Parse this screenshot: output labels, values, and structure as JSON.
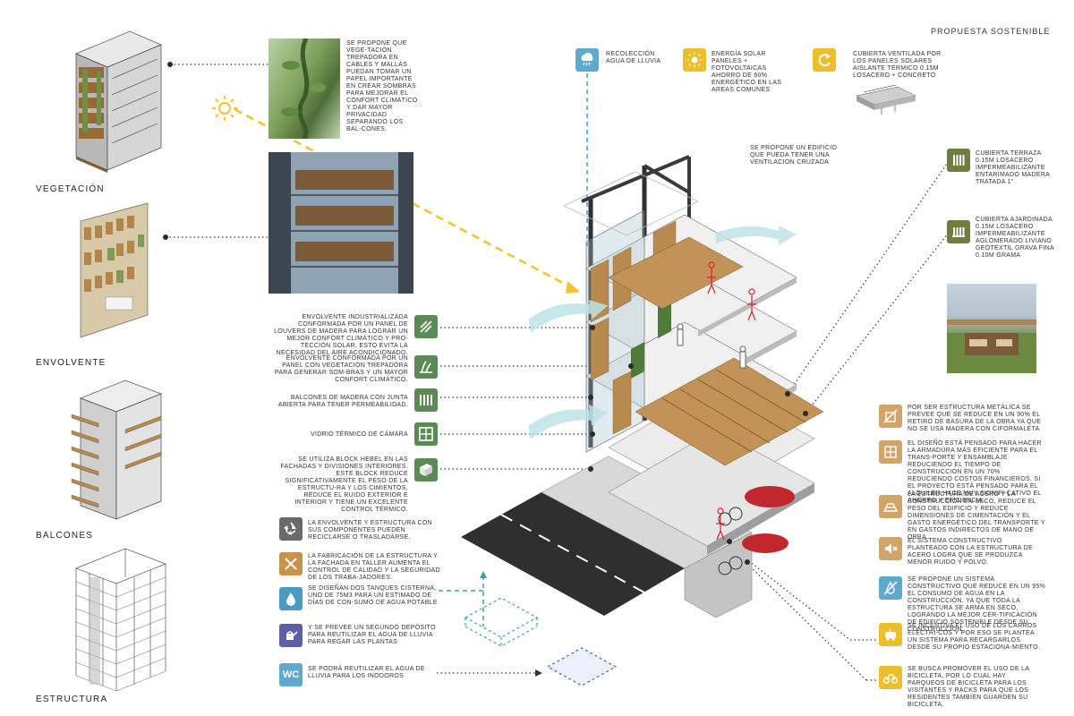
{
  "header": {
    "title": "PROPUESTA SOSTENIBLE"
  },
  "categories": [
    {
      "label": "VEGETACIÓN"
    },
    {
      "label": "ENVOLVENTE"
    },
    {
      "label": "BALCONES"
    },
    {
      "label": "ESTRUCTURA"
    }
  ],
  "top_notes": {
    "vegetation": "SE PROPONE QUE VEGE-TACIÓN TREPADORA EN CABLES Y MALLAS PUEDAN TOMAR UN PAPEL IMPORTANTE EN CREAR SOMBRAS PARA MEJORAR EL CONFORT CLIMÁTICO Y DAR MAYOR PRIVACIDAD SEPARANDO LOS BAL-CONES.",
    "rain": "RECOLECCIÓN AGUA DE LLUVIA",
    "solar": "ENERGÍA SOLAR PANELES + FOTOVOLTAICAS AHORRO DE 60% ENERGÉTICO EN LAS AREAS COMUNES",
    "roof_ventilated": "CUBIERTA VENTILADA POR LOS PANELES SOLARES AISLANTE TÉRMICO 0.15m LOSACERO + CONCRETO",
    "cross_ventilation": "SE PROPONE UN EDIFICIO QUE PUEDA TENER UNA VENTILACION CRUZADA"
  },
  "roof_notes": {
    "terrace": "CUBIERTA TERRAZA 0.15m LOSACERO IMPERMEABILIZANTE ENTARIMADO MADERA TRATADA 1\"",
    "garden": "CUBIERTA AJARDINADA 0.15m LOSACERO IMPERMEABILIZANTE AGLOMERADO LIVIANO GEOTEXTIL GRAVA FINA 0.10m GRAMA"
  },
  "middle_notes": [
    "ENVOLVENTE INDUSTRIALIZADA CONFORMADA POR UN PANEL DE LOUVERS DE MADERA PARA LOGRAR UN MEJOR CONFORT CLIMÁTICO Y PRO-TECCIÓN SOLAR. ESTO EVITA LA NECESIDAD DEL AIRE ACONDICIONADO.",
    "ENVOLVENTE CONFORMADA POR UN PANEL CON VEGETACIÓN TREPADORA PARA GENERAR SOM-BRAS Y UN MAYOR CONFORT CLIMÁTICO.",
    "BALCONES DE MADERA CON JUNTA ABIERTA PARA TENER PERMEABILIDAD.",
    "VIDRIO TÉRMICO DE CÁMARA",
    "SE UTILIZA BLOCK HEBEL EN LAS FACHADAS Y DIVISIONES INTERIORES. ESTE BLOCK REDUCE SIGNIFICATIVAMENTE EL PESO DE LA ESTRUCTU-RA Y LOS CIMIENTOS, REDUCE EL RUIDO EXTERIOR E INTERIOR Y TIENE UN EXCELENTE CONTROL TÉRMICO."
  ],
  "lower_notes": [
    "LA ENVOLVENTE Y ESTRUCTURA CON SUS COMPONENTES PUEDEN RECICLARSE O TRASLADARSE.",
    "LA FABRICACIÓN DE LA ESTRUCTURA Y LA FACHADA EN TALLER AUMENTA EL CONTROL DE CALIDAD Y LA SEGURIDAD DE LOS TRABA-JADORES.",
    "SE DISEÑAN DOS TANQUES CISTERNA, UNO DE 75M3 PARA UN ESTIMADO DE DÍAS DE CON-SUMO DE AGUA POTABLE",
    "Y SE PREVEE UN SEGUNDO DEPÓSITO PARA REUTILIZAR EL AGUA DE LLUVIA PARA REGAR LAS PLANTAS",
    "SE PODRÁ REUTILIZAR EL AGUA DE LLUVIA PARA LOS INODOROS"
  ],
  "wc_label": "WC",
  "right_notes": [
    "POR SER ESTRUCTURA METÁLICA SE PREVEE QUE SE REDUCE EN UN 90% EL RETIRO DE BASURA DE LA OBRA YA QUE NO SE USA MADERA CON CIFORMALETA",
    "EL DISEÑO ESTÁ PENSADO PARA HACER LA ARMADURA MÁS EFICIENTE PARA EL TRANS-PORTE Y ENSAMBLAJE REDUCIENDO EL TIEMPO DE CONSTRUCCIÓN EN UN 70% REDUCIENDO COSTOS FINANCIEROS. SI EL PROYECTO ESTÁ PENSADO PARA EL ALQUILER HACE MUY SIGNIFI-CATIVO EL AHORRO Y EFICIENCIA.",
    "LA ESTRUCTURA DE ACERO Y LA CONSTRUCCIÓN EN SECO, REDUCE EL PESO DEL EDIFICIO Y REDUCE DIMENSIONES DE CIMENTACIÓN Y EL GASTO ENERGÉTICO DEL TRANSPORTE Y EN GASTOS INDIRECTOS DE MANO DE OBRA",
    "EL SISTEMA CONSTRUCTIVO PLANTEADO CON LA ESTRUCTURA DE ACERO LOGRA QUE SE PRODUZCA MENOR RUIDO Y POLVO.",
    "SE PROPONE UN SISTEMA CONSTRUCTIVO QUE REDUCE EN UN 95% EL CONSUMO DE AGUA EN LA CONSTRUCCIÓN, YA QUE TODA LA ESTRUCTURA SE ARMA EN SECO, LOGRANDO LA MEJOR CER-TIFICACIÓN DE EDIFICIO SOSTENIBLE DESDE SU CONSTRUCCIÓN.",
    "SE INCENTIVA EL USO DE LOS CARROS ELÉCTRI-COS Y POR ESO SE PLANTEA UN SISTEMA PARA RECARGARLOS DESDE SU PROPIO ESTACIONA-MIENTO.",
    "SE BUSCA PROMOVER EL USO DE LA BICICLETA, POR LO CUAL HAY PARQUEOS DE BICICLETA PARA LOS VISITANTES Y RACKS PARA QUE LOS RESIDENTES TAMBIÉN GUARDEN SU BICICLETA."
  ],
  "colors": {
    "wood": "#b98a4e",
    "accent_green": "#5c8a56",
    "accent_yellow": "#ecbe2a",
    "accent_tan": "#d1a46a",
    "water_blue": "#4a9bc4",
    "dashed_yellow": "#f2c230",
    "dashed_blue": "#3aa0b5"
  },
  "icons": [
    "rain-cloud-icon",
    "sun-icon",
    "recycle-roof-icon",
    "louver-icon",
    "vine-icon",
    "balcony-rail-icon",
    "window-icon",
    "block-icon",
    "recycle-icon",
    "tools-icon",
    "water-drop-icon",
    "watering-icon",
    "wc-icon",
    "no-waste-icon",
    "assembly-icon",
    "foundation-icon",
    "no-noise-icon",
    "no-water-icon",
    "ev-charger-icon",
    "bicycle-icon",
    "terrace-roof-icon",
    "garden-roof-icon"
  ]
}
